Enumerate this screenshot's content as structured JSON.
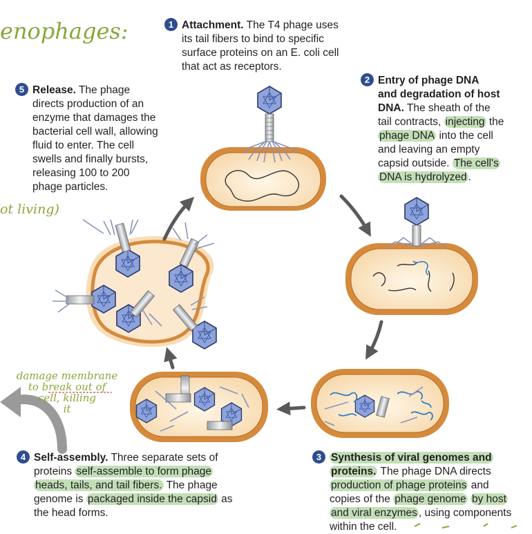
{
  "annotations": {
    "title_fragment": "enophages:",
    "side_note": "ot living)",
    "damage_note": [
      "damage membrane",
      "to break out of",
      "cell, killing",
      "it"
    ]
  },
  "steps": [
    {
      "number": "1",
      "title": "Attachment.",
      "lines": [
        "The T4 phage uses",
        "its tail fibers to bind to specific",
        "surface proteins on an E. coli cell",
        "that act as receptors."
      ]
    },
    {
      "number": "2",
      "title_lines": [
        "Entry of phage DNA",
        "and degradation of host",
        "DNA."
      ],
      "body": {
        "l3_rest": "The sheath of the",
        "l4_a": "tail contracts,",
        "l4_hl": "injecting",
        "l4_b": "the",
        "l5_hl": "phage DNA",
        "l5_b": "into the cell",
        "l6": "and leaving an empty",
        "l7_a": "capsid outside.",
        "l7_hl": "The cell's",
        "l8_hl": "DNA is hydrolyzed",
        "l8_b": "."
      }
    },
    {
      "number": "3",
      "title_lines": [
        "Synthesis of viral genomes and",
        "proteins."
      ],
      "body": {
        "l2_rest": "The phage DNA directs",
        "l3_hl": "production of phage proteins",
        "l3_b": "and",
        "l4_a": "copies of the",
        "l4_hl1": "phage genome",
        "l4_hl2": "by host",
        "l5_hl": "and viral enzymes",
        "l5_b": ", using components",
        "l6": "within the cell."
      }
    },
    {
      "number": "4",
      "title": "Self-assembly.",
      "body": {
        "l1_rest": "Three separate sets of",
        "l2_a": "proteins",
        "l2_hl": "self-assemble to form phage",
        "l3_hl": "heads, tails, and tail fibers.",
        "l3_b": "The phage",
        "l4_a": "genome is",
        "l4_hl": "packaged inside the capsid",
        "l4_b": "as",
        "l5": "the head forms."
      }
    },
    {
      "number": "5",
      "title": "Release.",
      "lines": [
        "The phage",
        "directs production of an",
        "enzyme that damages the",
        "bacterial cell wall, allowing",
        "fluid to enter. The cell",
        "swells and finally bursts,",
        "releasing 100 to 200",
        "phage particles."
      ]
    }
  ],
  "colors": {
    "badge": "#2e4d8f",
    "highlight": "#92c47e",
    "cell_wall": "#d58a3c",
    "cell_fill": "#fbe6c7",
    "phage_head": "#8ea3da",
    "arrow": "#5a5a5a",
    "handwriting": "#8aa63a"
  }
}
